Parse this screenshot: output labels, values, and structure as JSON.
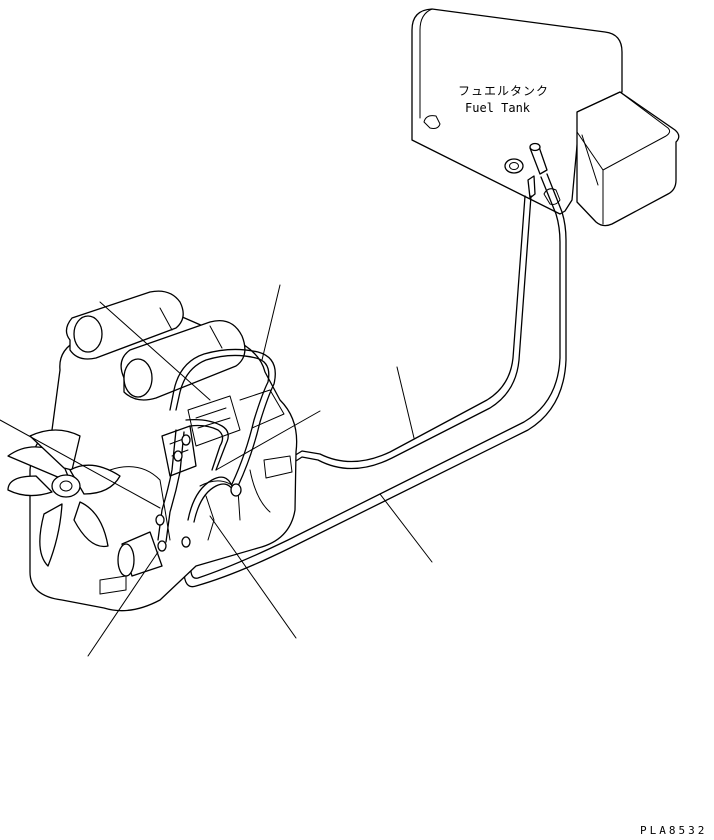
{
  "fuel_tank": {
    "label_ja": "フュエルタンク",
    "label_en": "Fuel Tank"
  },
  "drawing_code": "PLA8532"
}
